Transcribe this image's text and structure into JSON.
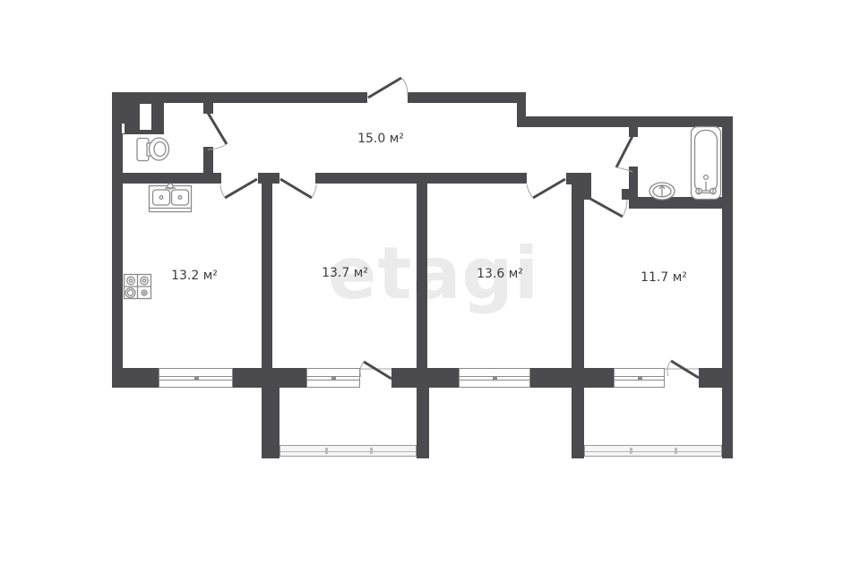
{
  "watermark": {
    "text": "etagi"
  },
  "rooms": [
    {
      "id": "hallway",
      "area_label": "15.0 м²"
    },
    {
      "id": "kitchen",
      "area_label": "13.2 м²"
    },
    {
      "id": "room-13-7",
      "area_label": "13.7 м²"
    },
    {
      "id": "room-13-6",
      "area_label": "13.6 м²"
    },
    {
      "id": "room-11-7",
      "area_label": "11.7 м²"
    }
  ],
  "fixtures": [
    {
      "name": "toilet-icon"
    },
    {
      "name": "kitchen-sink-icon"
    },
    {
      "name": "stove-icon"
    },
    {
      "name": "bathtub-icon"
    },
    {
      "name": "washbasin-icon"
    }
  ],
  "colors": {
    "wall": "#4b4b4f",
    "background": "#ffffff",
    "fixture_outline": "#8b8b8b",
    "label_text": "#3b3b3b",
    "watermark": "#ebebeb"
  }
}
